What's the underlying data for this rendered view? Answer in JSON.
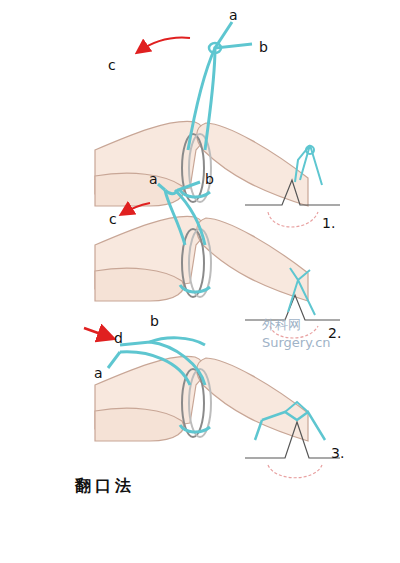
{
  "diagram": {
    "caption": "翻口法",
    "labels": [
      "a",
      "b",
      "c",
      "a",
      "b",
      "c",
      "d",
      "b",
      "a",
      "1.",
      "2.",
      "3.",
      "外科网",
      "Surgery.cn"
    ]
  }
}
